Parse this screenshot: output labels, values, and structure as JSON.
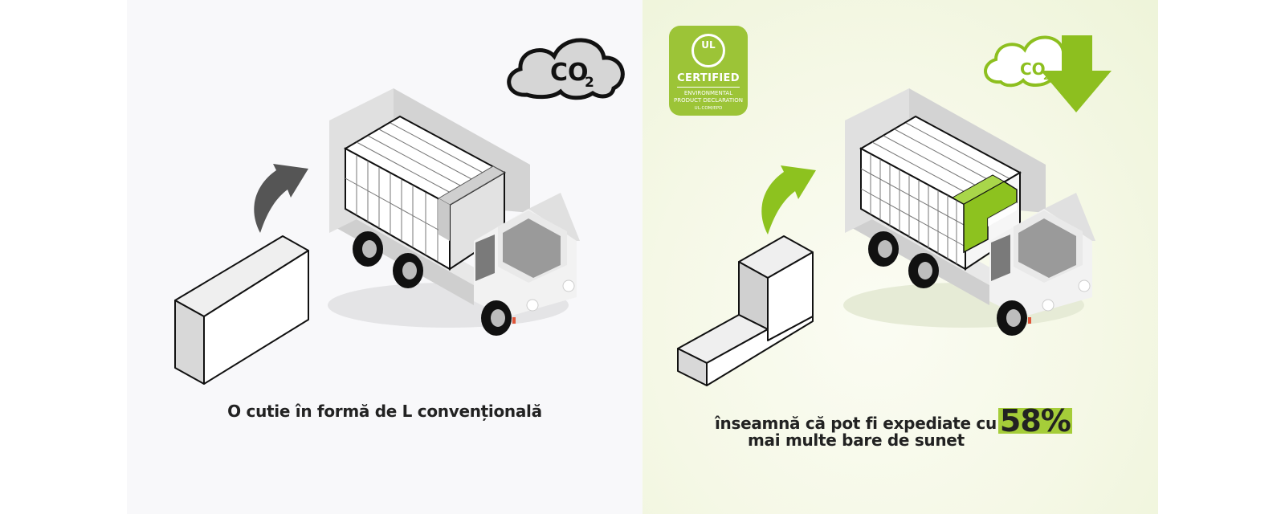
{
  "left_panel": {
    "caption": "O cutie în formă de L convențională",
    "cloud_label": "CO",
    "cloud_subscript": "2"
  },
  "right_panel": {
    "caption_before": "înseamnă că pot fi expediate cu",
    "caption_highlight": "58%",
    "caption_line2": "mai multe bare de sunet",
    "cloud_label": "CO",
    "cloud_subscript": "2"
  },
  "badge": {
    "logo": "UL",
    "title": "CERTIFIED",
    "line1": "ENVIRONMENTAL",
    "line2": "PRODUCT DECLARATION",
    "url": "UL.COM/EPD"
  },
  "colors": {
    "accent_green": "#9cc437",
    "highlight_green": "#a5cd39",
    "text": "#222222",
    "arrow_dark": "#555555"
  },
  "icons": [
    "co2-cloud-icon",
    "co2-cloud-green-icon",
    "down-arrow-icon",
    "curved-arrow-icon",
    "truck-icon",
    "box-icon",
    "l-shaped-box-icon",
    "ul-certified-badge"
  ]
}
